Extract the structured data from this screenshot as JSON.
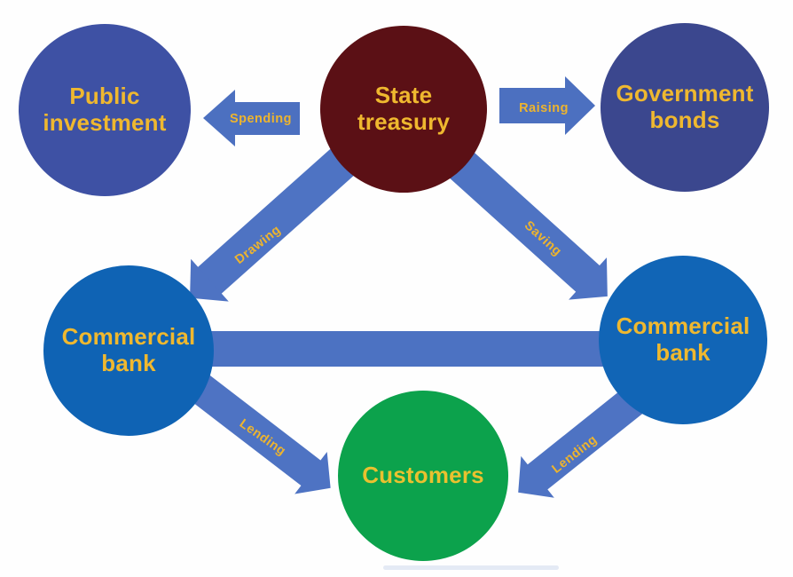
{
  "colors": {
    "background": "#FEFEFE",
    "arrow_blue": "#4E73C3",
    "interbank_bar_blue": "#4C72C2",
    "label_gold": "#EDB42E",
    "node_text_gold": "#EFB82F",
    "node_public_investment": "#3E51A4",
    "node_state_treasury": "#5B1015",
    "node_government_bonds": "#3B478E",
    "node_commercial_bank_left": "#0F63B4",
    "node_commercial_bank_right": "#1165B6",
    "node_customers": "#0CA24C"
  },
  "diagram": {
    "nodes": [
      {
        "id": "public-investment",
        "label": "Public investment"
      },
      {
        "id": "state-treasury",
        "label": "State treasury"
      },
      {
        "id": "government-bonds",
        "label": "Government bonds"
      },
      {
        "id": "commercial-bank-left",
        "label": "Commercial bank"
      },
      {
        "id": "commercial-bank-right",
        "label": "Commercial bank"
      },
      {
        "id": "customers",
        "label": "Customers"
      }
    ],
    "flows": [
      {
        "id": "spending",
        "label": "Spending",
        "from": "State treasury",
        "to": "Public investment"
      },
      {
        "id": "raising",
        "label": "Raising",
        "from": "State treasury",
        "to": "Government bonds"
      },
      {
        "id": "drawing",
        "label": "Drawing",
        "from": "State treasury",
        "to": "Commercial bank (left)"
      },
      {
        "id": "saving",
        "label": "Saving",
        "from": "State treasury",
        "to": "Commercial bank (right)"
      },
      {
        "id": "lending-left",
        "label": "Lending",
        "from": "Commercial bank (left)",
        "to": "Customers"
      },
      {
        "id": "lending-right",
        "label": "Lending",
        "from": "Commercial bank (right)",
        "to": "Customers"
      },
      {
        "id": "interbank",
        "label": "",
        "from": "Commercial bank (left)",
        "to": "Commercial bank (right)"
      }
    ]
  }
}
